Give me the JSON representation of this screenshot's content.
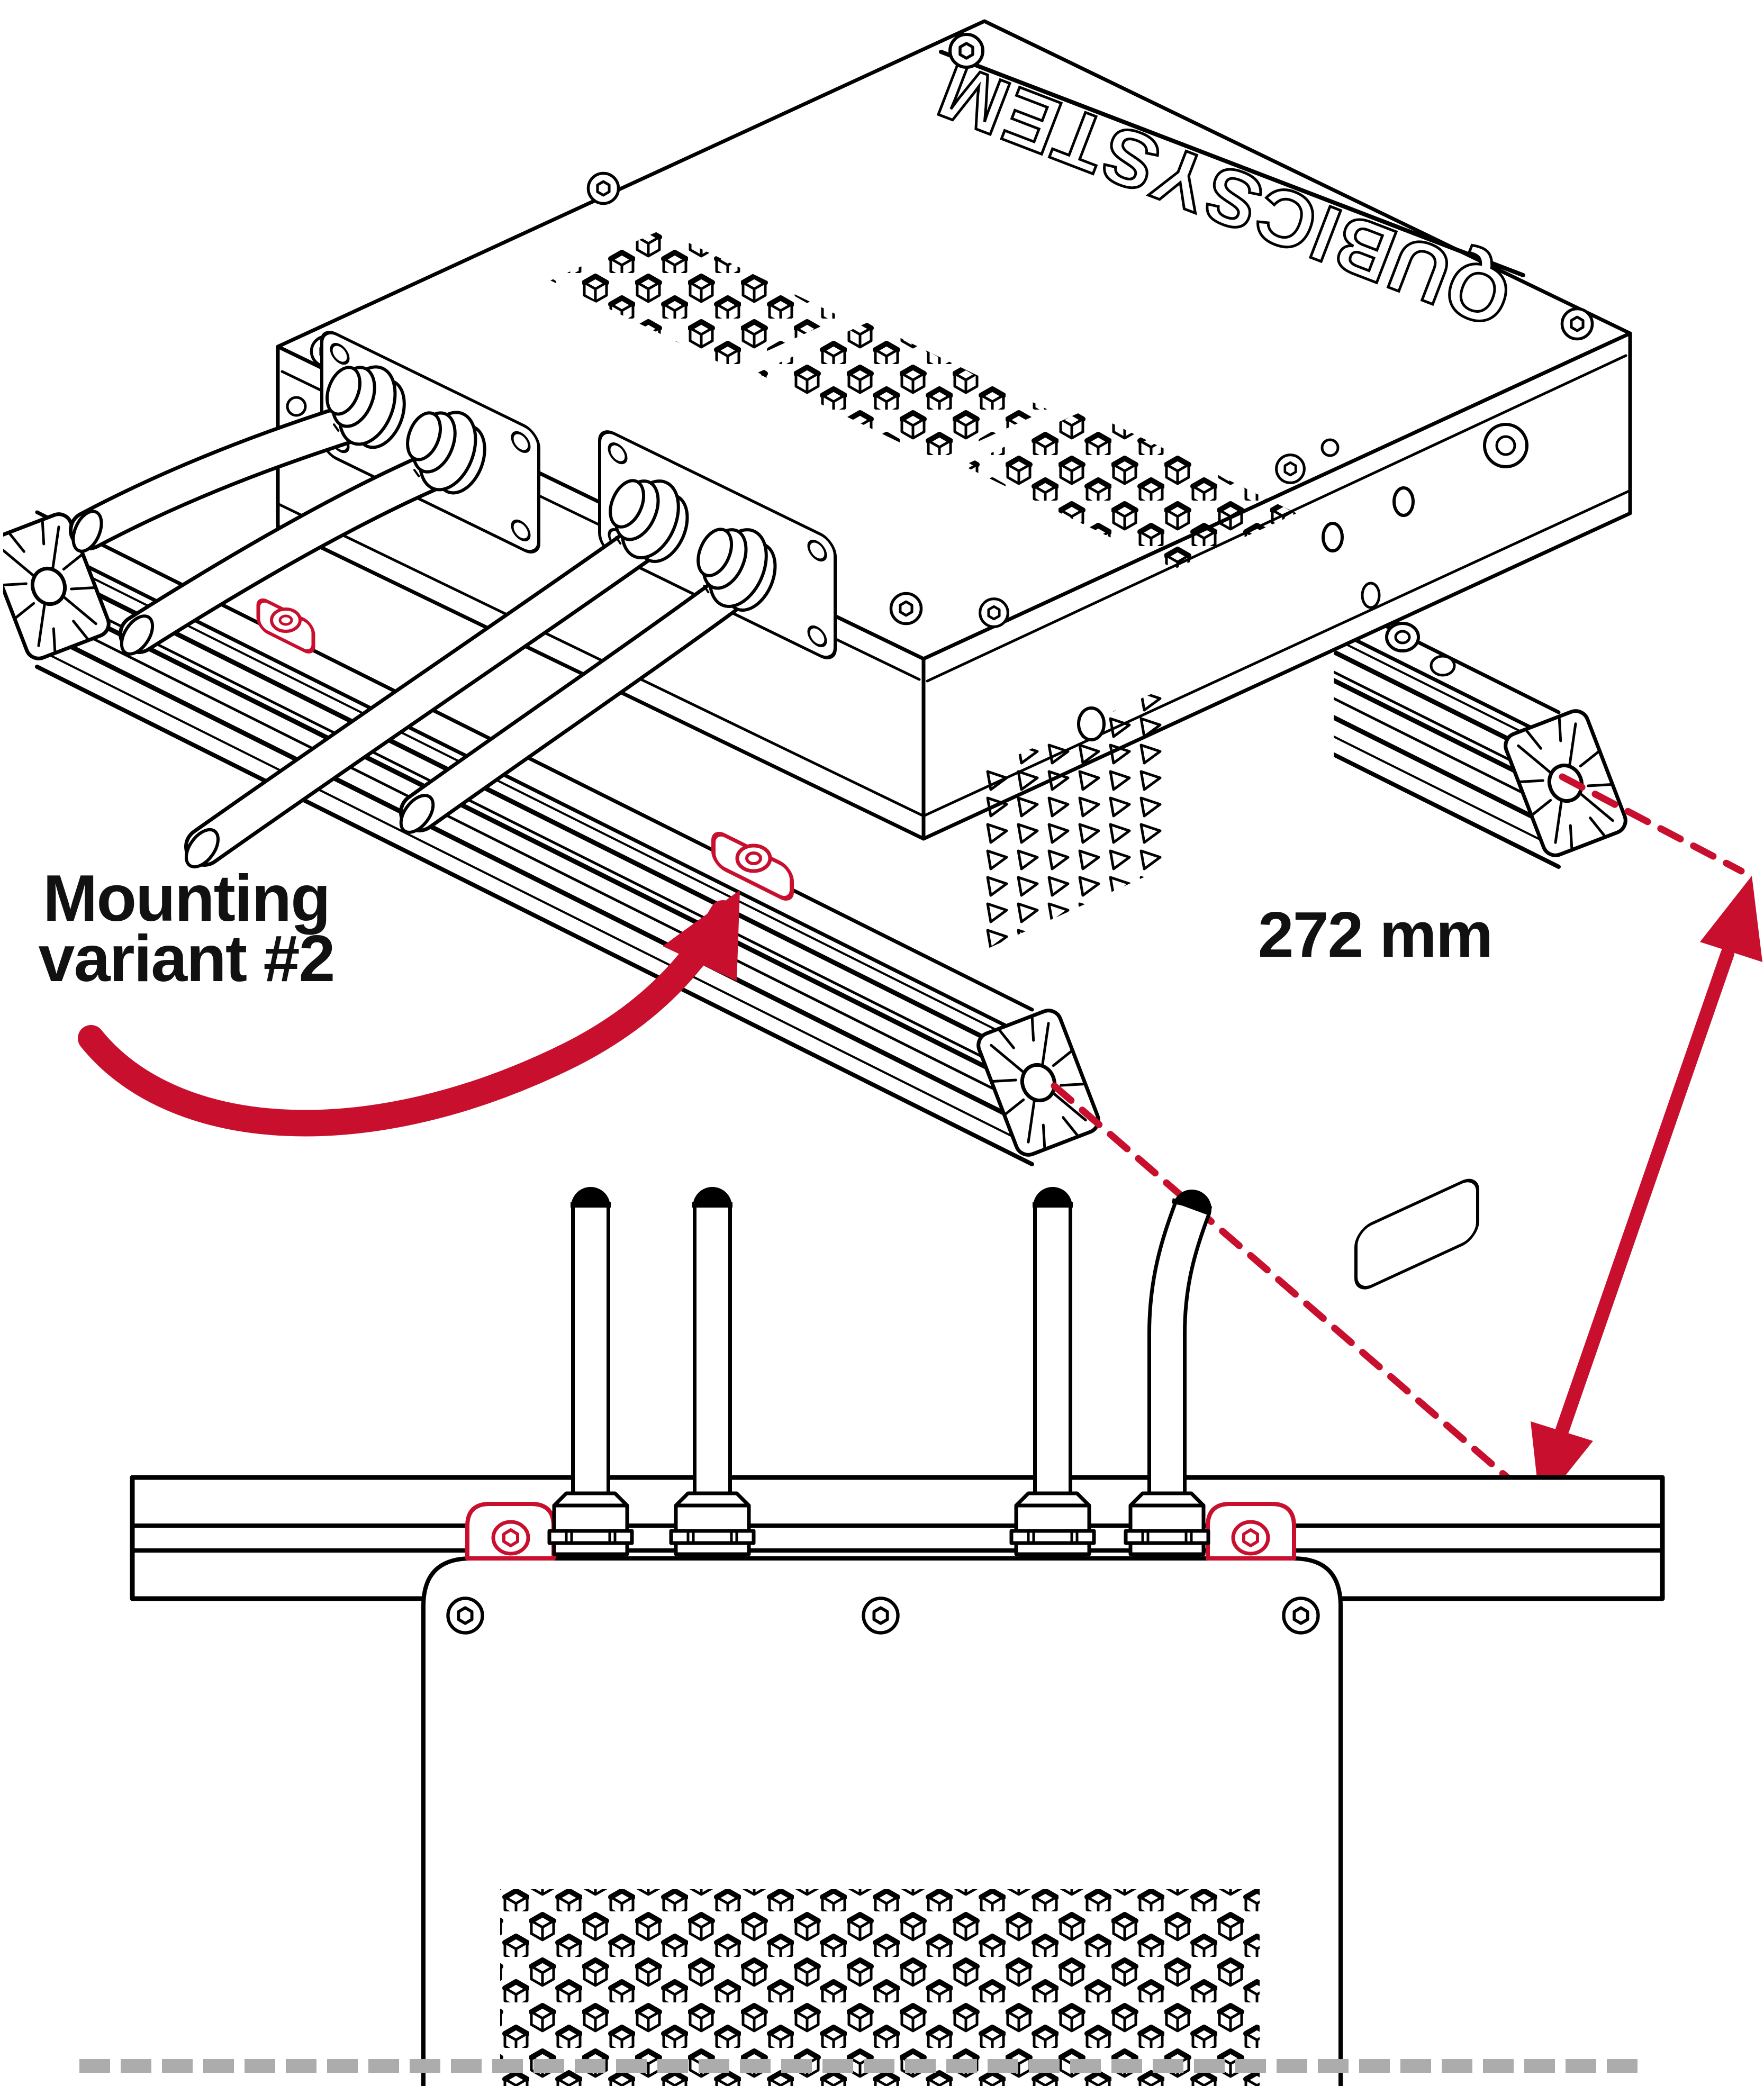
{
  "palette": {
    "accent_red": "#C8102E",
    "line_black": "#000000",
    "dash_gray": "#ACACAC",
    "background": "#FFFFFF"
  },
  "iso_view": {
    "brand_engraving": "QUBICSYSTEM",
    "callout": {
      "line1": "Mounting",
      "line2": "variant #2"
    },
    "dimension": {
      "label": "272 mm"
    },
    "rail_count": 2,
    "highlighted_tnut_count": 2,
    "cable_count": 4,
    "connector_plate_count": 2
  },
  "front_view": {
    "cable_count": 4,
    "cable_gland_count": 4,
    "red_bracket_count": 2,
    "face_screw_count": 3
  }
}
